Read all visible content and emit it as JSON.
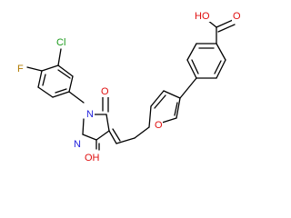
{
  "molecule": {
    "atom_labels": {
      "cl": "Cl",
      "f": "F",
      "n1": "N",
      "n2": "N",
      "ketone_o": "O",
      "furan_o": "O",
      "hydroxyl": "OH",
      "acid_oh": "HO",
      "acid_o": "O"
    },
    "colors": {
      "cl": "#1a9a1a",
      "f": "#b07a00",
      "n": "#2222dd",
      "o": "#e01010",
      "bond": "#000000"
    }
  }
}
